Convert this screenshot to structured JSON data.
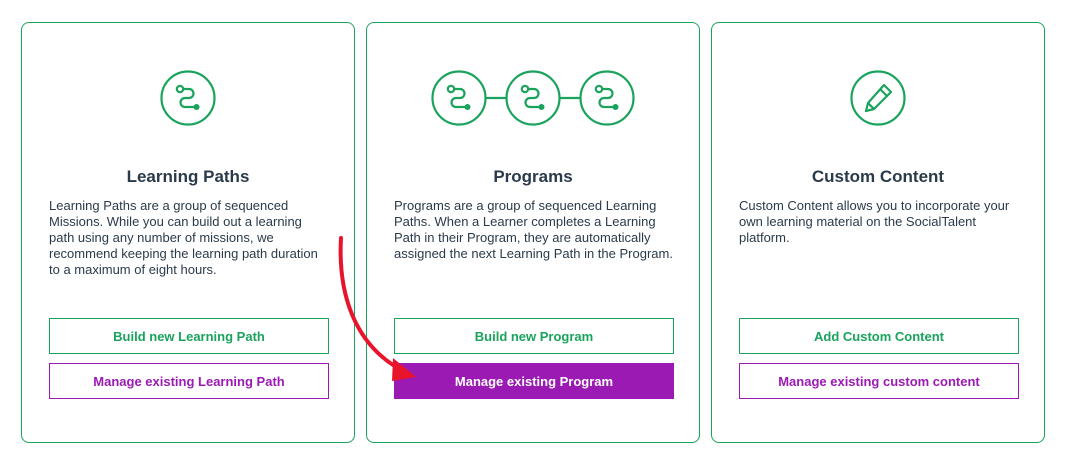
{
  "colors": {
    "green": "#1aa35c",
    "purple": "#9b1ab4",
    "text": "#2b3a4a",
    "annotation_red": "#e8142c"
  },
  "cards": [
    {
      "icon": "path-icon",
      "title": "Learning Paths",
      "description": "Learning Paths are a group of sequenced Missions. While you can build out a learning path using any number of missions, we recommend keeping the learning path duration to a maximum of eight hours.",
      "primary_label": "Build new Learning Path",
      "secondary_label": "Manage existing Learning Path"
    },
    {
      "icon": "program-icon",
      "title": "Programs",
      "description": "Programs are a group of sequenced Learning Paths. When a Learner completes a Learning Path in their Program, they are automatically assigned the next Learning Path in the Program.",
      "primary_label": "Build new Program",
      "secondary_label": "Manage existing Program"
    },
    {
      "icon": "pencil-icon",
      "title": "Custom Content",
      "description": "Custom Content allows you to incorporate your own learning material on the SocialTalent platform.",
      "primary_label": "Add Custom Content",
      "secondary_label": "Manage existing custom content"
    }
  ],
  "annotation": {
    "icon": "red-curved-arrow-icon",
    "target": "Manage existing Program"
  }
}
